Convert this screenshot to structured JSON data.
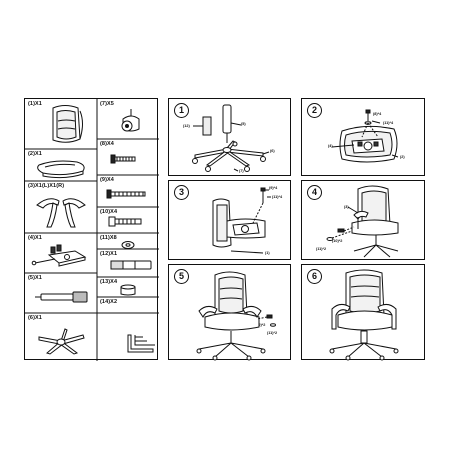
{
  "parts": [
    {
      "label": "(1)X1",
      "icon": "backrest-icon"
    },
    {
      "label": "(2)X1",
      "icon": "seat-cushion-icon"
    },
    {
      "label": "(3)X1(L)X1(R)",
      "icon": "armrest-pair-icon"
    },
    {
      "label": "(4)X1",
      "icon": "tilt-mechanism-icon"
    },
    {
      "label": "(5)X1",
      "icon": "gas-cylinder-icon"
    },
    {
      "label": "(6)X1",
      "icon": "star-base-icon"
    },
    {
      "label": "(7)X5",
      "icon": "caster-icon"
    },
    {
      "label": "(8)X4",
      "icon": "short-bolt-icon"
    },
    {
      "label": "(9)X4",
      "icon": "long-bolt-icon"
    },
    {
      "label": "(10)X4",
      "icon": "machine-screw-icon"
    },
    {
      "label": "(11)X8",
      "icon": "washer-icon"
    },
    {
      "label": "(12)X1",
      "icon": "cylinder-cover-icon"
    },
    {
      "label": "(13)X4",
      "icon": "screw-cap-icon"
    },
    {
      "label": "(14)X2",
      "icon": "allen-key-icon"
    }
  ],
  "steps": [
    {
      "number": "1",
      "callouts": [
        "(12)",
        "(5)",
        "(6)",
        "(7)"
      ]
    },
    {
      "number": "2",
      "callouts": [
        "(8)*4",
        "(11)*4",
        "(4)",
        "(2)"
      ]
    },
    {
      "number": "3",
      "callouts": [
        "(9)*4",
        "(11)*4",
        "(1)"
      ]
    },
    {
      "number": "4",
      "callouts": [
        "(3)",
        "(10)*2",
        "(11)*2"
      ]
    },
    {
      "number": "5",
      "callouts": [
        "(10)*2",
        "(11)*2"
      ]
    },
    {
      "number": "6",
      "callouts": []
    }
  ]
}
